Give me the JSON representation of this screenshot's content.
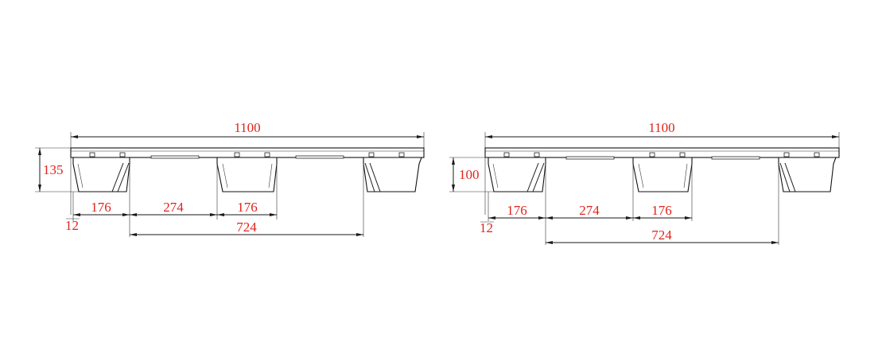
{
  "colors": {
    "dimension_text": "#e0241d",
    "line": "#1a1a1a",
    "background": "#ffffff"
  },
  "views": [
    {
      "dims": {
        "overall_width": "1100",
        "height": "135",
        "foot_width_left": "176",
        "gap": "274",
        "foot_width_middle": "176",
        "span": "724",
        "offset": "12"
      }
    },
    {
      "dims": {
        "overall_width": "1100",
        "height": "100",
        "foot_width_left": "176",
        "gap": "274",
        "foot_width_middle": "176",
        "span": "724",
        "offset": "12"
      }
    }
  ]
}
